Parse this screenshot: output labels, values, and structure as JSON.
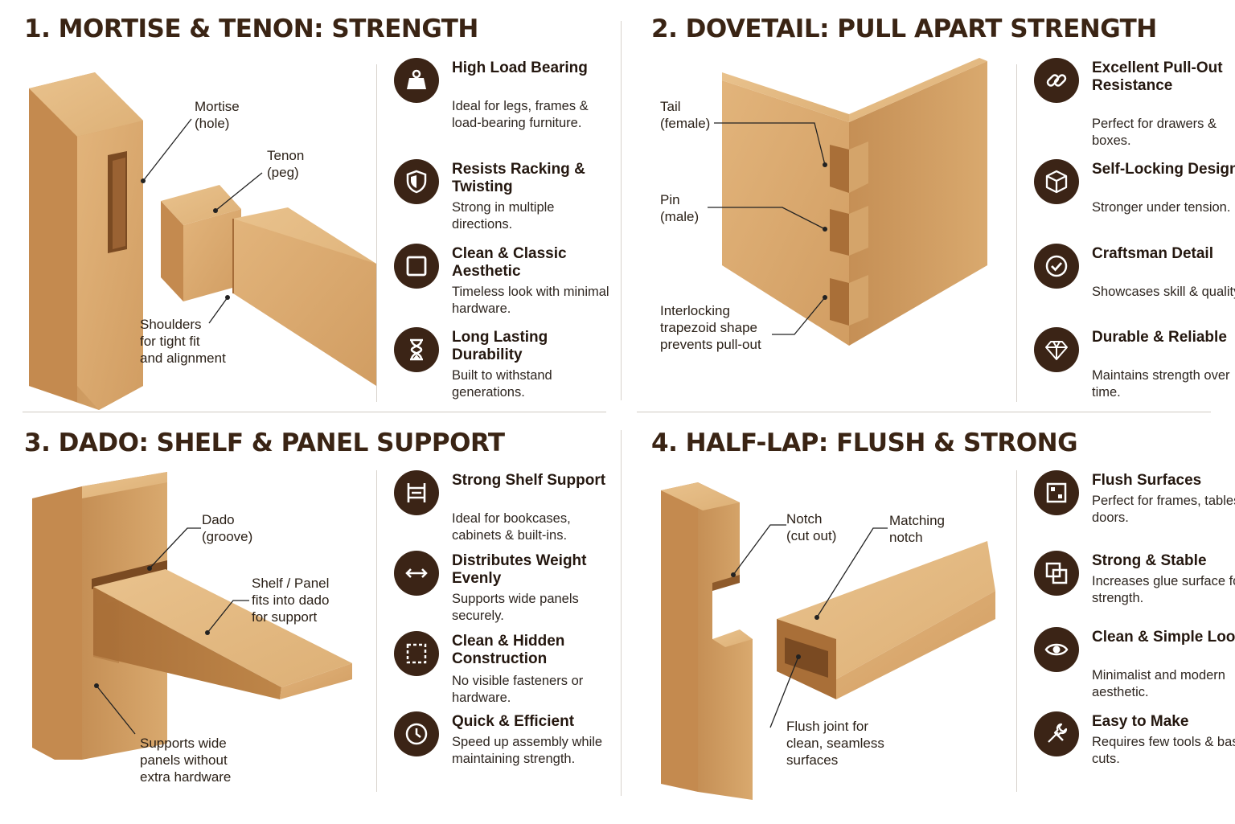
{
  "panels": [
    {
      "title": "1. MORTISE & TENON: STRENGTH",
      "labels": [
        "Mortise\n(hole)",
        "Tenon\n(peg)",
        "Shoulders\nfor tight fit\nand alignment"
      ],
      "features": [
        {
          "icon": "weight-icon",
          "title": "High Load Bearing",
          "desc": "Ideal for legs, frames & load-bearing furniture."
        },
        {
          "icon": "shield-icon",
          "title": "Resists Racking & Twisting",
          "desc": "Strong in multiple directions."
        },
        {
          "icon": "square-icon",
          "title": "Clean & Classic Aesthetic",
          "desc": "Timeless look with minimal hardware."
        },
        {
          "icon": "hourglass-icon",
          "title": "Long Lasting Durability",
          "desc": "Built to withstand generations."
        }
      ]
    },
    {
      "title": "2. DOVETAIL: PULL APART STRENGTH",
      "labels": [
        "Tail\n(female)",
        "Pin\n(male)",
        "Interlocking\ntrapezoid shape\nprevents pull-out"
      ],
      "features": [
        {
          "icon": "link-icon",
          "title": "Excellent Pull-Out Resistance",
          "desc": "Perfect for drawers & boxes."
        },
        {
          "icon": "cube-icon",
          "title": "Self-Locking Design",
          "desc": "Stronger under tension."
        },
        {
          "icon": "check-circle-icon",
          "title": "Craftsman Detail",
          "desc": "Showcases skill & quality."
        },
        {
          "icon": "diamond-icon",
          "title": "Durable & Reliable",
          "desc": "Maintains strength over time."
        }
      ]
    },
    {
      "title": "3. DADO: SHELF & PANEL SUPPORT",
      "labels": [
        "Dado\n(groove)",
        "Shelf / Panel\nfits into dado\nfor support",
        "Supports wide\npanels without\nextra hardware"
      ],
      "features": [
        {
          "icon": "shelf-icon",
          "title": "Strong Shelf Support",
          "desc": "Ideal for bookcases, cabinets & built-ins."
        },
        {
          "icon": "arrows-icon",
          "title": "Distributes Weight Evenly",
          "desc": "Supports wide panels securely."
        },
        {
          "icon": "dashed-square-icon",
          "title": "Clean & Hidden Construction",
          "desc": "No visible fasteners or hardware."
        },
        {
          "icon": "clock-icon",
          "title": "Quick & Efficient",
          "desc": "Speed up assembly while maintaining strength."
        }
      ]
    },
    {
      "title": "4. HALF-LAP: FLUSH & STRONG",
      "labels": [
        "Notch\n(cut out)",
        "Matching\nnotch",
        "Flush joint for\nclean, seamless\nsurfaces"
      ],
      "features": [
        {
          "icon": "flush-square-icon",
          "title": "Flush Surfaces",
          "desc": "Perfect for frames, tables & doors."
        },
        {
          "icon": "overlap-squares-icon",
          "title": "Strong & Stable",
          "desc": "Increases glue surface for strength."
        },
        {
          "icon": "eye-icon",
          "title": "Clean & Simple Look",
          "desc": "Minimalist and modern aesthetic."
        },
        {
          "icon": "tools-icon",
          "title": "Easy to Make",
          "desc": "Requires few tools & basic cuts."
        }
      ]
    }
  ]
}
